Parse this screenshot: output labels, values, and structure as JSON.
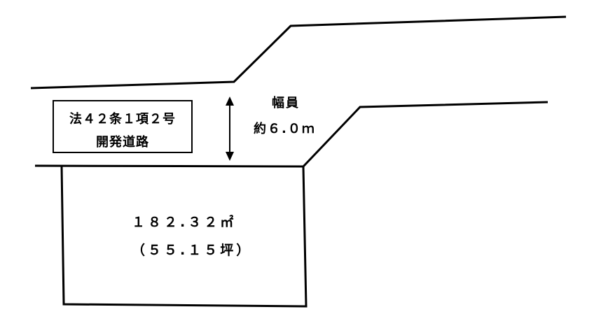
{
  "road": {
    "type_line1": "法４２条１項２号",
    "type_line2": "開発道路"
  },
  "road_width": {
    "label": "幅員",
    "value": "約６.０ｍ"
  },
  "lot": {
    "area_sqm": "１８２.３２㎡",
    "area_tsubo": "（５５.１５坪）"
  },
  "colors": {
    "line": "#000000",
    "background": "#ffffff"
  }
}
